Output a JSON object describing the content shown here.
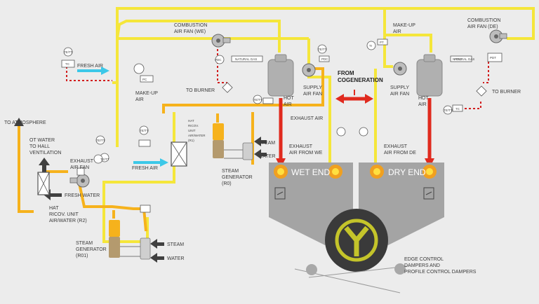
{
  "colors": {
    "background": "#ececec",
    "yellow_duct": "#f5e63a",
    "orange_duct": "#f6b21c",
    "red_duct": "#e02a1e",
    "cyan_air": "#3cc8e8",
    "dark": "#404040",
    "hood": "#a4a4a4",
    "logo": "#c4c42a"
  },
  "labels": {
    "combustion_we": [
      "COMBUSTION",
      "AIR FAN (WE)"
    ],
    "combustion_de": [
      "COMBUSTION",
      "AIR FAN (DE)"
    ],
    "makeup_top": [
      "MAKE-UP",
      "AIR"
    ],
    "makeup_left": [
      "MAKE-UP",
      "AIR"
    ],
    "fresh_air_top": "FRESH AIR",
    "fresh_air_mid": "FRESH AIR",
    "fresh_air_low": "FRESH WATER",
    "to_burner_left": "TO BURNER",
    "to_burner_right": "TO BURNER",
    "supply_we": [
      "SUPPLY",
      "AIR FAN"
    ],
    "supply_de": [
      "SUPPLY",
      "AIR FAN"
    ],
    "hot_air_we": [
      "HOT",
      "AIR"
    ],
    "hot_air_de": [
      "HOT",
      "AIR"
    ],
    "from_cogen": [
      "FROM",
      "COGENERATION"
    ],
    "exhaust_air": "EXHAUST AIR",
    "exhaust_we": [
      "EXHAUST",
      "AIR FROM WE"
    ],
    "exhaust_de": [
      "EXHAUST",
      "AIR FROM DE"
    ],
    "to_atmosphere": "TO ATMOSPHERE",
    "ot_water": [
      "OT WATER",
      "TO HALL",
      "VENTILATION"
    ],
    "exhaust_fan": [
      "EXHAUST",
      "AIR FAN"
    ],
    "hat_r2": [
      "HAT",
      "RICOV. UNIT",
      "AIR/WATER (R2)"
    ],
    "hat_r1": [
      "HAT",
      "RICOV.",
      "UNIT",
      "AIR/WATER",
      "(R1)"
    ],
    "steam_gen_r0": [
      "STEAM",
      "GENERATOR",
      "(R0)"
    ],
    "steam_gen_r01": [
      "STEAM",
      "GENERATOR",
      "(R01)"
    ],
    "steam": "STEAM",
    "water": "WATER",
    "wet_end": "WET END",
    "dry_end": "DRY END",
    "edge_control": [
      "EDGE CONTROL",
      "DAMPERS AND",
      "PROFILE CONTROL DAMPERS"
    ],
    "natural_gas": "NATURAL GAS",
    "tags": {
      "tt": "TE/TT",
      "tc": "TC",
      "ti": "TI",
      "pdc": "PDC",
      "pdt": "PDT",
      "pt": "PT",
      "pdic": "PDIC",
      "pc": "PC",
      "pdit": "PDT"
    }
  }
}
